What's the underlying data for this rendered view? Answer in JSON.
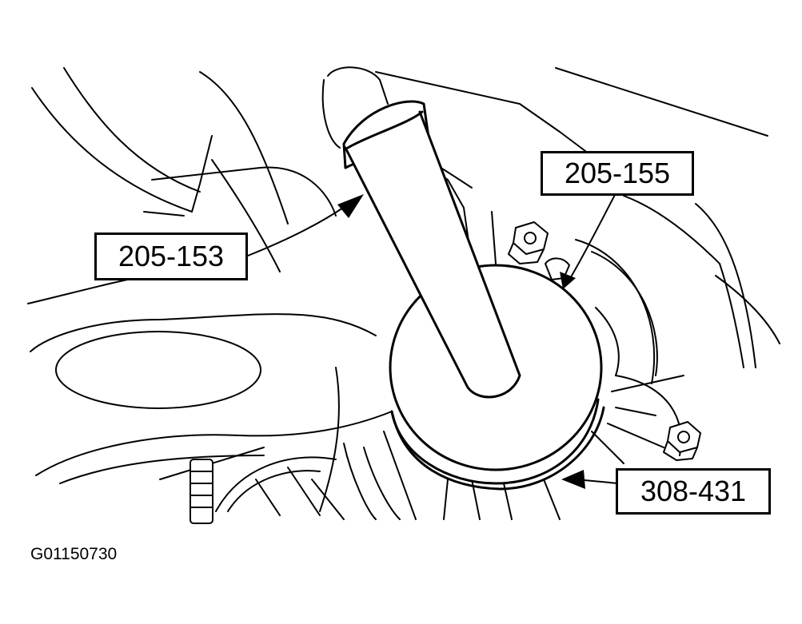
{
  "callouts": {
    "label_205_153": "205-153",
    "label_205_155": "205-155",
    "label_308_431": "308-431"
  },
  "figure_id": "G01150730",
  "colors": {
    "line": "#000000",
    "background": "#ffffff"
  }
}
